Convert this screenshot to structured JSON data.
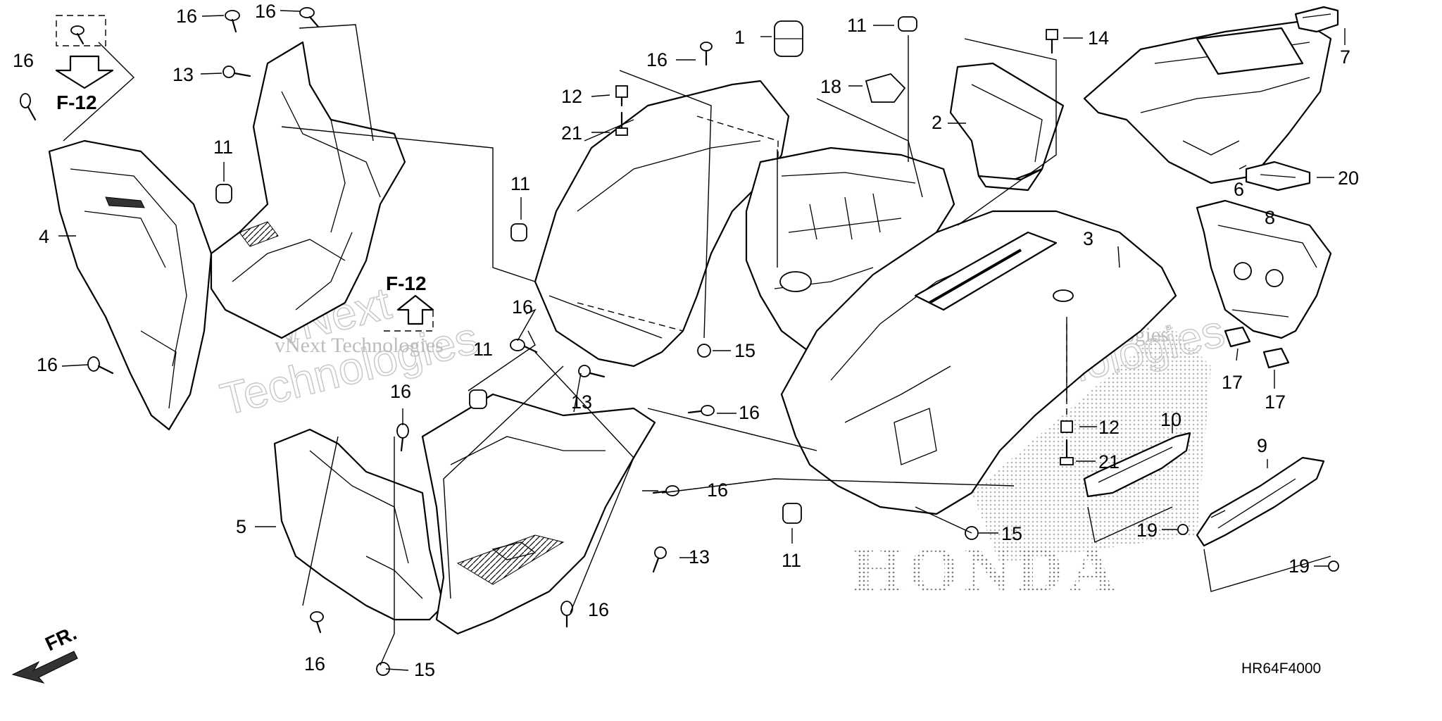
{
  "diagram": {
    "code": "HR64F4000",
    "front_marker": "FR.",
    "refs": [
      "F-12",
      "F-12"
    ],
    "watermarks": [
      "vNext",
      "Technologies",
      "vNext Technologies",
      "vNext",
      "Technologies",
      "vNext Technologies"
    ],
    "brand_mark": "HONDA",
    "callouts": {
      "c16a": "16",
      "c16b": "16",
      "c16c": "16",
      "c13a": "13",
      "c11a": "11",
      "c4": "4",
      "c16d": "16",
      "c16e": "16",
      "c11b": "11",
      "c13b": "13",
      "c16f": "16",
      "c16g": "16",
      "c16h": "16",
      "c13c": "13",
      "c16i": "16",
      "c5": "5",
      "c16j": "16",
      "c15a": "15",
      "c1": "1",
      "c16k": "16",
      "c12a": "12",
      "c21a": "21",
      "c11c": "11",
      "c15b": "15",
      "c11d": "11",
      "c18": "18",
      "c2": "2",
      "c14": "14",
      "c7": "7",
      "c6": "6",
      "c20": "20",
      "c8": "8",
      "c3": "3",
      "c17a": "17",
      "c17b": "17",
      "c12b": "12",
      "c21b": "21",
      "c10": "10",
      "c9": "9",
      "c19a": "19",
      "c19b": "19",
      "c15c": "15",
      "c11e": "11"
    }
  }
}
